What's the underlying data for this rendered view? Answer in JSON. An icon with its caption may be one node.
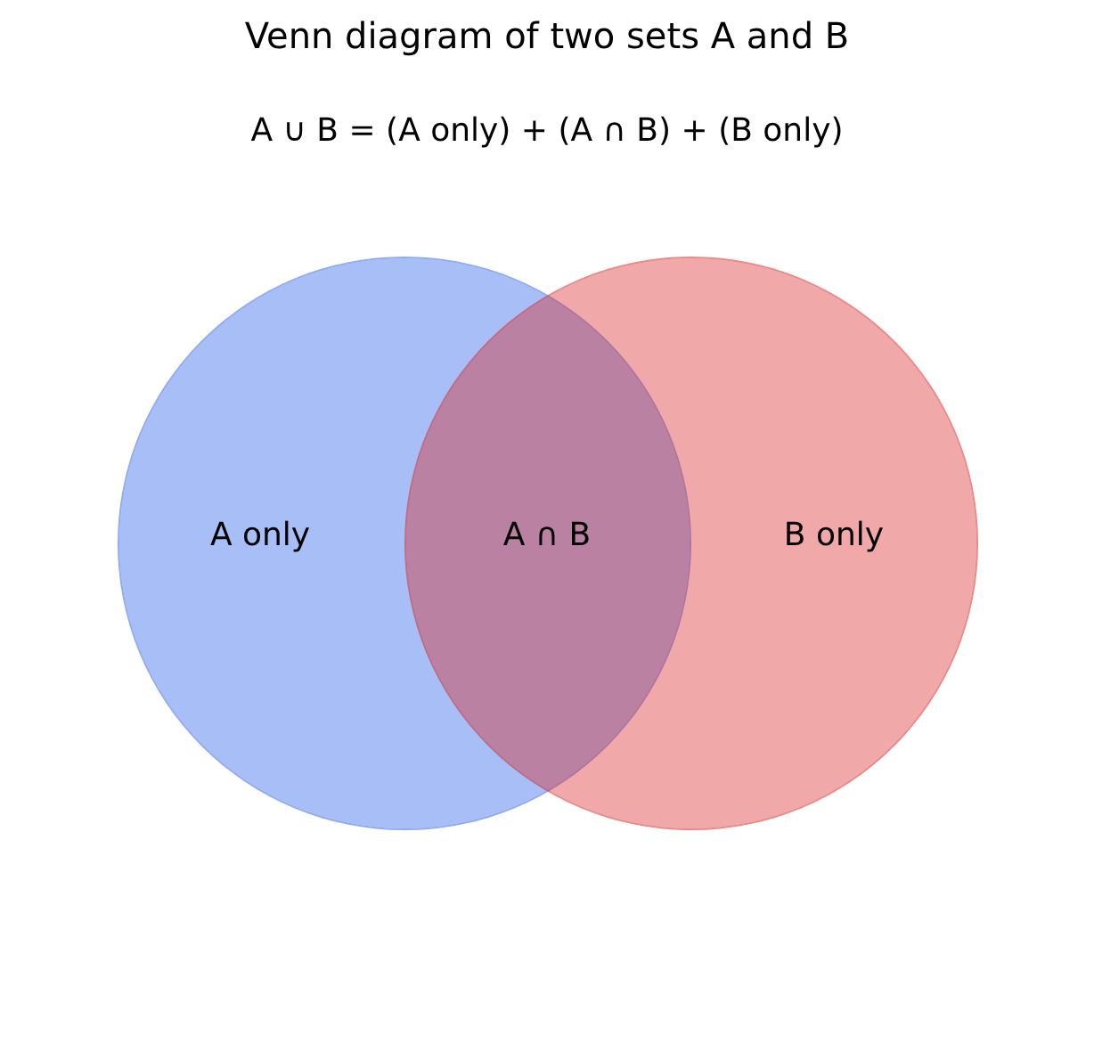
{
  "diagram": {
    "title": "Venn diagram of two sets A and B",
    "nodes": [
      {
        "text": [
          "A only"
        ]
      },
      {
        "text": [
          "B only"
        ]
      }
    ],
    "labels": [
      "A ∪ B = (A only) + (A ∩ B) + (B only)",
      "A ∩ B"
    ]
  }
}
